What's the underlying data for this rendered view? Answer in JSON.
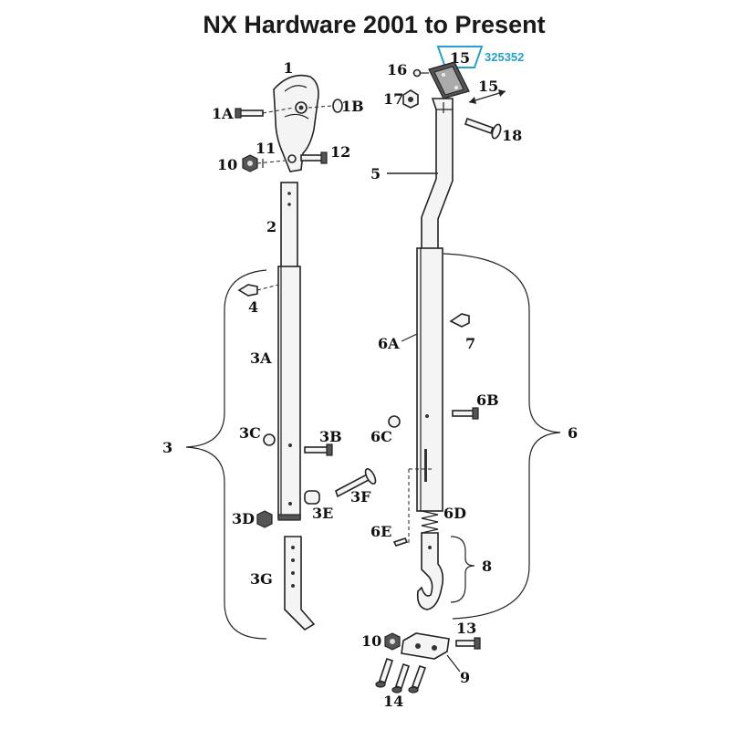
{
  "title": "NX Hardware 2001 to Present",
  "accent_color": "#27a0c8",
  "highlight": {
    "part": "15",
    "code": "325352"
  },
  "labels": {
    "p1": "1",
    "p1a": "1A",
    "p1b": "1B",
    "p10a": "10",
    "p11": "11",
    "p12": "12",
    "p2": "2",
    "p3": "3",
    "p3a": "3A",
    "p3b": "3B",
    "p3c": "3C",
    "p3d": "3D",
    "p3e": "3E",
    "p3f": "3F",
    "p3g": "3G",
    "p4": "4",
    "p5": "5",
    "p6": "6",
    "p6a": "6A",
    "p6b": "6B",
    "p6c": "6C",
    "p6d": "6D",
    "p6e": "6E",
    "p7": "7",
    "p8": "8",
    "p9": "9",
    "p10b": "10",
    "p13": "13",
    "p14": "14",
    "p15b": "15",
    "p16": "16",
    "p17": "17",
    "p18": "18"
  }
}
